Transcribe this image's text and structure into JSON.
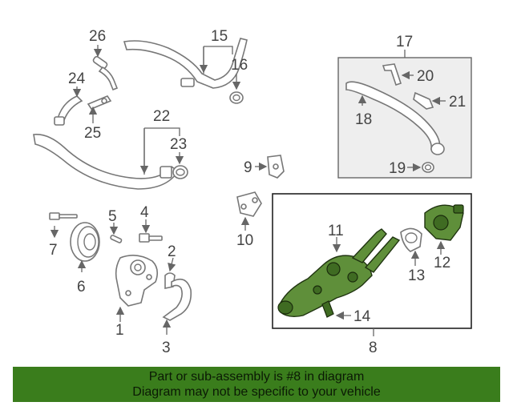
{
  "callouts": {
    "n1": "1",
    "n2": "2",
    "n3": "3",
    "n4": "4",
    "n5": "5",
    "n6": "6",
    "n7": "7",
    "n8": "8",
    "n9": "9",
    "n10": "10",
    "n11": "11",
    "n12": "12",
    "n13": "13",
    "n14": "14",
    "n15": "15",
    "n16": "16",
    "n17": "17",
    "n18": "18",
    "n19": "19",
    "n20": "20",
    "n21": "21",
    "n22": "22",
    "n23": "23",
    "n24": "24",
    "n25": "25",
    "n26": "26"
  },
  "banner": {
    "line1": "Part or sub-assembly is #8 in diagram",
    "line2": "Diagram may not be specific to your vehicle"
  },
  "colors": {
    "highlight_part": "#5f8f3a",
    "banner_bg": "#3a7d1c",
    "line_art": "#777777"
  }
}
